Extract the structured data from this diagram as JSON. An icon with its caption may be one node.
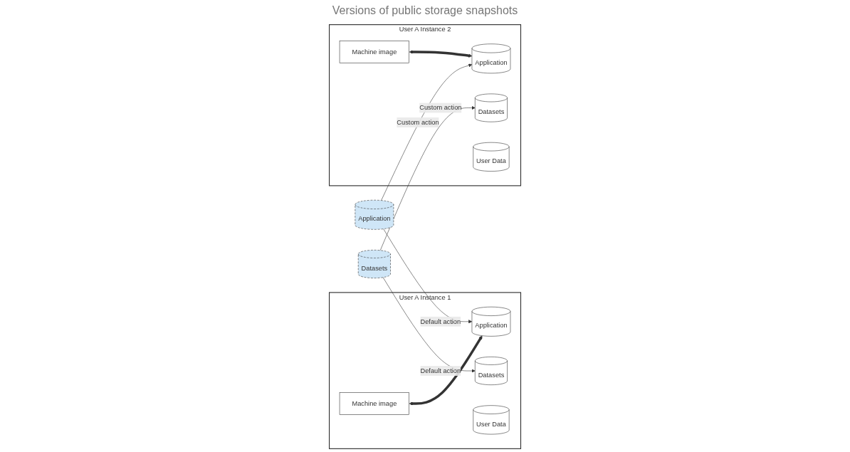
{
  "diagram": {
    "nodes": [
      {
        "text": [
          "User A Instance 1"
        ]
      },
      {
        "text": [
          "Machine image"
        ],
        "in": 0
      },
      {
        "text": [
          "Application"
        ],
        "in": 0
      },
      {
        "text": [
          "Datasets"
        ],
        "in": 0
      },
      {
        "text": [
          "User Data"
        ],
        "in": 0
      },
      {
        "text": [
          "Application"
        ]
      },
      {
        "text": [
          "Datasets"
        ]
      },
      {
        "text": [
          "User A Instance 2"
        ]
      },
      {
        "text": [
          "Machine image"
        ],
        "in": 7
      },
      {
        "text": [
          "Application"
        ],
        "in": 7
      },
      {
        "text": [
          "Datasets"
        ],
        "in": 7
      },
      {
        "text": [
          "User Data"
        ],
        "in": 7
      }
    ],
    "edges": [
      {
        "from": 1,
        "to": 2,
        "arrow": "both",
        "style": "thick"
      },
      {
        "from": 5,
        "to": 2,
        "arrow": "to",
        "label": "Default action"
      },
      {
        "from": 6,
        "to": 3,
        "arrow": "to",
        "label": "Default action"
      },
      {
        "from": 5,
        "to": 9,
        "arrow": "to",
        "label": "Custom action"
      },
      {
        "from": 6,
        "to": 10,
        "arrow": "to",
        "label": "Custom action"
      },
      {
        "from": 8,
        "to": 9,
        "arrow": "both",
        "style": "thick"
      }
    ],
    "labels": [
      "Versions of public storage snapshots"
    ]
  }
}
